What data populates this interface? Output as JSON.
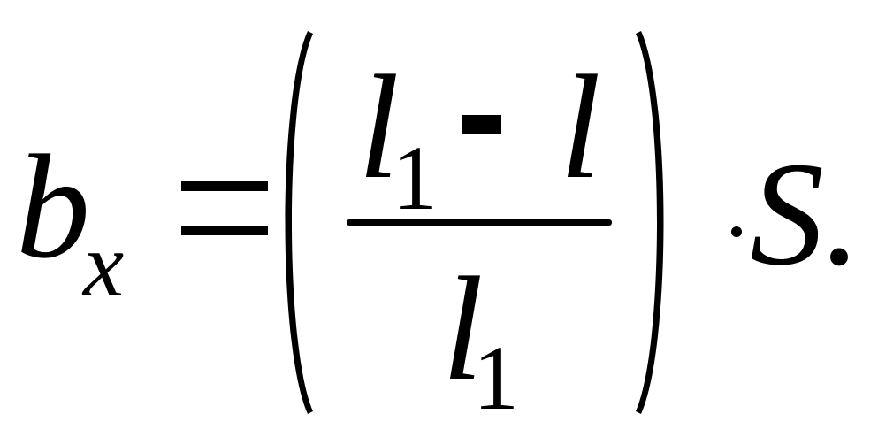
{
  "formula": {
    "lhs_var": "b",
    "lhs_sub": "x",
    "equals": "=",
    "num_var1": "l",
    "num_sub1": "1",
    "minus": "-",
    "num_var2": "l",
    "den_var": "l",
    "den_sub": "1",
    "dot": "·",
    "rhs_var": "S",
    "period": "."
  }
}
